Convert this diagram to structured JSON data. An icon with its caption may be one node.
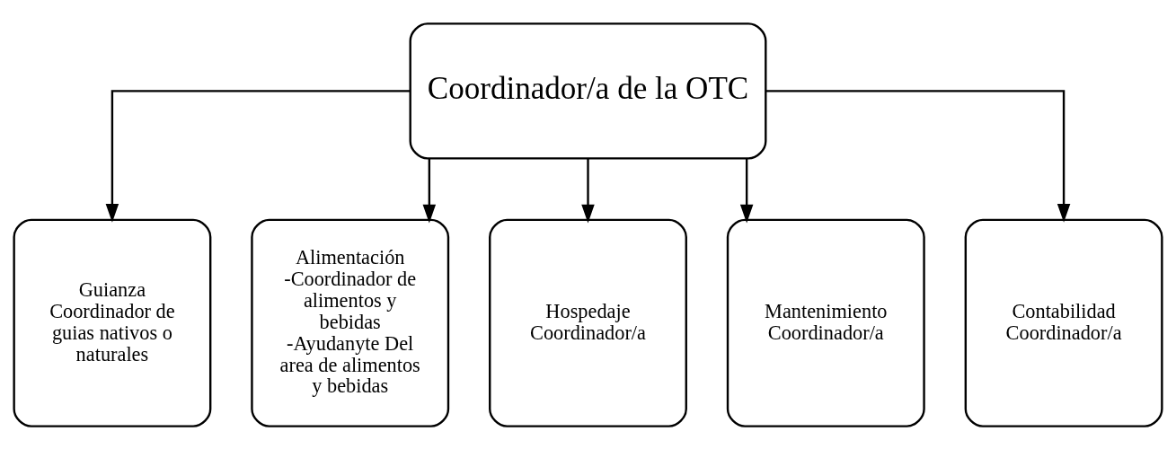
{
  "diagram": {
    "nodes": [
      {
        "text": [
          "Coordinador/a de la OTC"
        ]
      },
      {
        "text": [
          "Guianza",
          "Coordinador de guias nativos o naturales"
        ]
      },
      {
        "text": [
          "Alimentación",
          "-Coordinador de alimentos y bebidas",
          "-Ayudanyte Del area de alimentos y bebidas"
        ]
      },
      {
        "text": [
          "Hospedaje",
          "Coordinador/a"
        ]
      },
      {
        "text": [
          "Mantenimiento",
          "Coordinador/a"
        ]
      },
      {
        "text": [
          "Contabilidad",
          "Coordinador/a"
        ]
      }
    ],
    "edges": [
      {
        "from": 0,
        "to": 1,
        "arrow": "to"
      },
      {
        "from": 0,
        "to": 2,
        "arrow": "to"
      },
      {
        "from": 0,
        "to": 3,
        "arrow": "to"
      },
      {
        "from": 0,
        "to": 4,
        "arrow": "to"
      },
      {
        "from": 0,
        "to": 5,
        "arrow": "to"
      }
    ]
  }
}
